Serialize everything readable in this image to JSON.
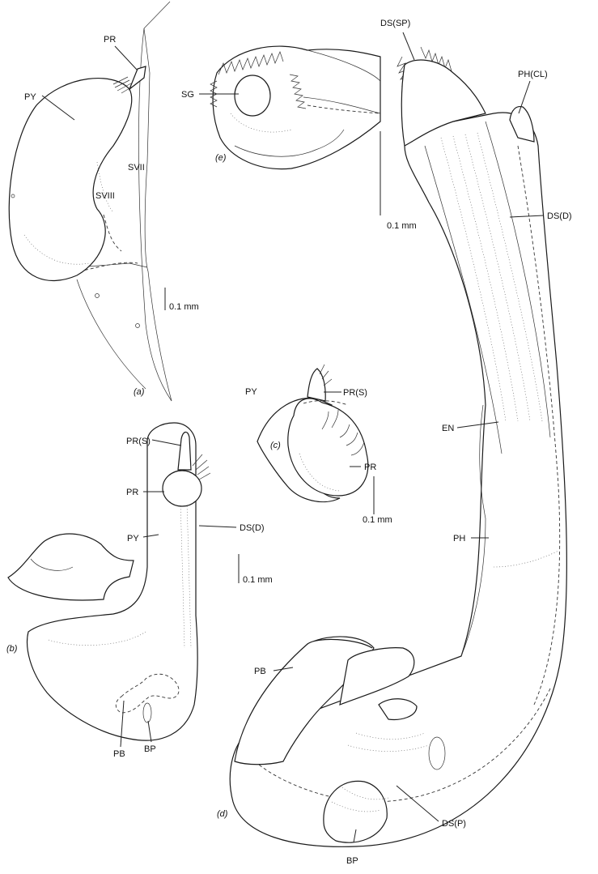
{
  "figure": {
    "panels": {
      "a": "(a)",
      "b": "(b)",
      "c": "(c)",
      "d": "(d)",
      "e": "(e)"
    },
    "labels": {
      "a": [
        "PR",
        "PY",
        "SVII",
        "SVIII"
      ],
      "b": [
        "PR(S)",
        "PR",
        "PY",
        "DS(D)",
        "PB",
        "BP"
      ],
      "c": [
        "PY",
        "PR(S)",
        "PR"
      ],
      "d": [
        "DS(SP)",
        "PH(CL)",
        "DS(D)",
        "EN",
        "PH",
        "PB",
        "DS(P)",
        "BP"
      ],
      "e": [
        "SG"
      ]
    },
    "scale_bars": {
      "a": "0.1 mm",
      "b": "0.1 mm",
      "c": "0.1 mm",
      "e": "0.1 mm"
    },
    "colors": {
      "line": "#1a1a1a",
      "stipple": "#666666",
      "background": "#ffffff"
    }
  }
}
